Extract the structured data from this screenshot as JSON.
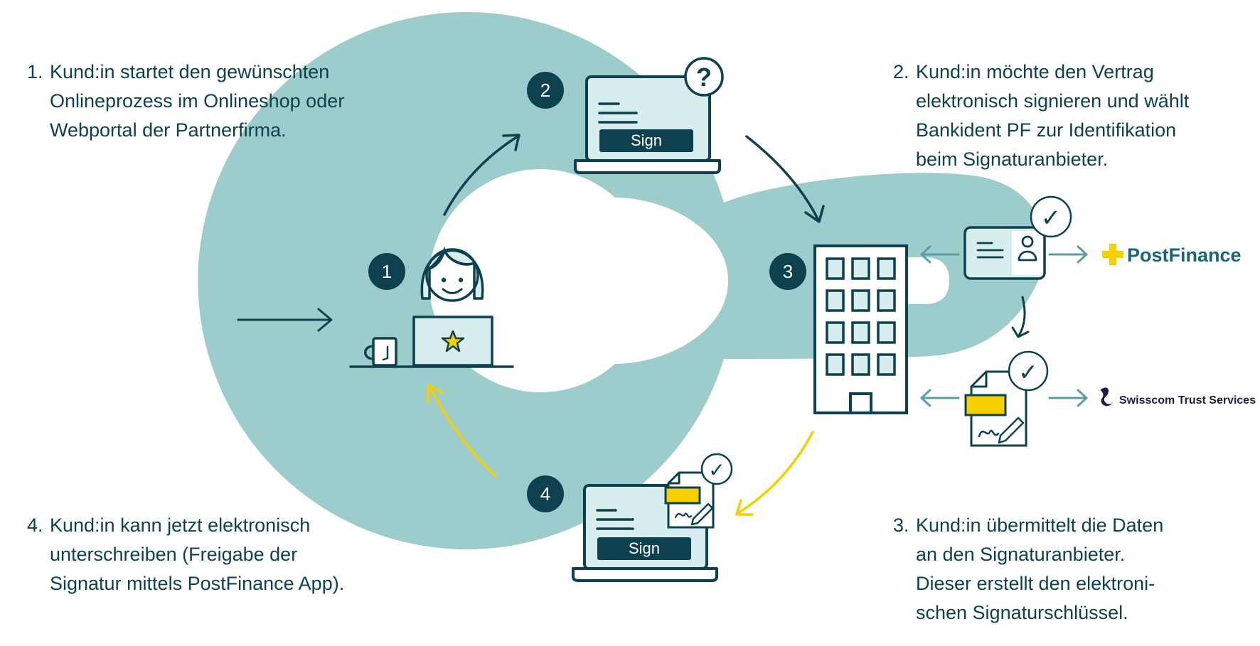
{
  "steps": [
    {
      "number": "1.",
      "lines": [
        "Kund:in startet den gewünschten",
        "Onlineprozess im Onlineshop oder",
        "Webportal der Partnerfirma."
      ]
    },
    {
      "number": "2.",
      "lines": [
        "Kund:in möchte den Vertrag",
        "elektronisch signieren und wählt",
        "Bankident PF zur Identifikation",
        "beim Signaturanbieter."
      ]
    },
    {
      "number": "3.",
      "lines": [
        "Kund:in übermittelt die Daten",
        "an den Signaturanbieter.",
        "Dieser erstellt den elektroni-",
        "schen Signaturschlüssel."
      ]
    },
    {
      "number": "4.",
      "lines": [
        "Kund:in kann jetzt elektronisch",
        "unterschreiben (Freigabe der",
        "Signatur mittels PostFinance App)."
      ]
    }
  ],
  "badges": [
    "1",
    "2",
    "3",
    "4"
  ],
  "laptop_top": {
    "button_label": "Sign",
    "bubble_symbol": "?"
  },
  "laptop_bottom": {
    "button_label": "Sign"
  },
  "check_symbol": "✓",
  "logos": {
    "postfinance": "PostFinance",
    "swisscom": "Swisscom Trust Services"
  },
  "icons": [
    "entry-arrow-icon",
    "customer-avatar-icon",
    "coffee-mug-icon",
    "laptop-star-icon",
    "laptop-sign-icon",
    "question-bubble-icon",
    "office-building-icon",
    "id-card-icon",
    "signed-document-icon",
    "check-circle-icon",
    "postfinance-logo-icon",
    "swisscom-logo-icon"
  ],
  "colors": {
    "ring": "#9ccccb",
    "dark": "#0d4150",
    "panel": "#d8eeee",
    "accent_yellow": "#f5cf00",
    "arrow_light": "#5a9ea3"
  }
}
